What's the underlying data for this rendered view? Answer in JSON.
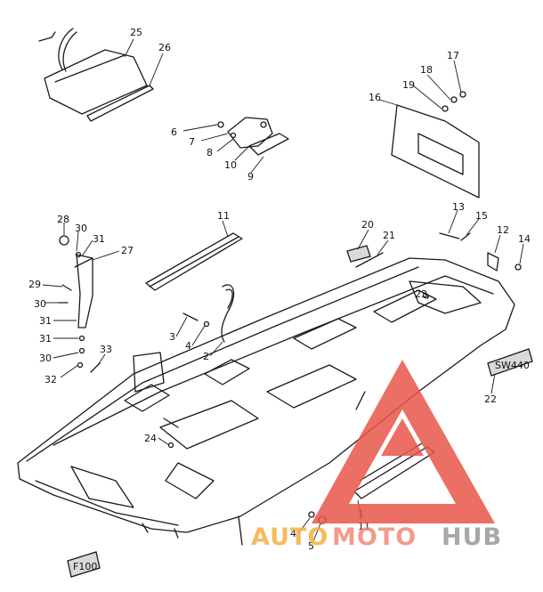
{
  "diagram": {
    "callouts": [
      {
        "id": "c25",
        "label": "25"
      },
      {
        "id": "c26",
        "label": "26"
      },
      {
        "id": "c6",
        "label": "6"
      },
      {
        "id": "c7",
        "label": "7"
      },
      {
        "id": "c8",
        "label": "8"
      },
      {
        "id": "c10",
        "label": "10"
      },
      {
        "id": "c9",
        "label": "9"
      },
      {
        "id": "c16",
        "label": "16"
      },
      {
        "id": "c17",
        "label": "17"
      },
      {
        "id": "c18",
        "label": "18"
      },
      {
        "id": "c19",
        "label": "19"
      },
      {
        "id": "c11a",
        "label": "11"
      },
      {
        "id": "c11b",
        "label": "11"
      },
      {
        "id": "c13",
        "label": "13"
      },
      {
        "id": "c15",
        "label": "15"
      },
      {
        "id": "c12",
        "label": "12"
      },
      {
        "id": "c14",
        "label": "14"
      },
      {
        "id": "c20",
        "label": "20"
      },
      {
        "id": "c21",
        "label": "21"
      },
      {
        "id": "c23",
        "label": "23"
      },
      {
        "id": "c22",
        "label": "22"
      },
      {
        "id": "c28",
        "label": "28"
      },
      {
        "id": "c30a",
        "label": "30"
      },
      {
        "id": "c31a",
        "label": "31"
      },
      {
        "id": "c27",
        "label": "27"
      },
      {
        "id": "c29",
        "label": "29"
      },
      {
        "id": "c30b",
        "label": "30"
      },
      {
        "id": "c31b",
        "label": "31"
      },
      {
        "id": "c31c",
        "label": "31"
      },
      {
        "id": "c30c",
        "label": "30"
      },
      {
        "id": "c32",
        "label": "32"
      },
      {
        "id": "c33",
        "label": "33"
      },
      {
        "id": "c3",
        "label": "3"
      },
      {
        "id": "c4a",
        "label": "4"
      },
      {
        "id": "c2",
        "label": "2"
      },
      {
        "id": "c24",
        "label": "24"
      },
      {
        "id": "c4b",
        "label": "4"
      },
      {
        "id": "c5",
        "label": "5"
      },
      {
        "id": "c1",
        "label": "1"
      }
    ],
    "badge_text": "SW440",
    "emblem_text": "F100"
  },
  "watermark": {
    "auto": "AUTO",
    "moto": "MOTO",
    "hub": "HUB",
    "colors": {
      "auto": "#f5b041",
      "moto": "#f08a7a",
      "hub": "#9a9a9a",
      "triangle": "#e8574a"
    }
  }
}
